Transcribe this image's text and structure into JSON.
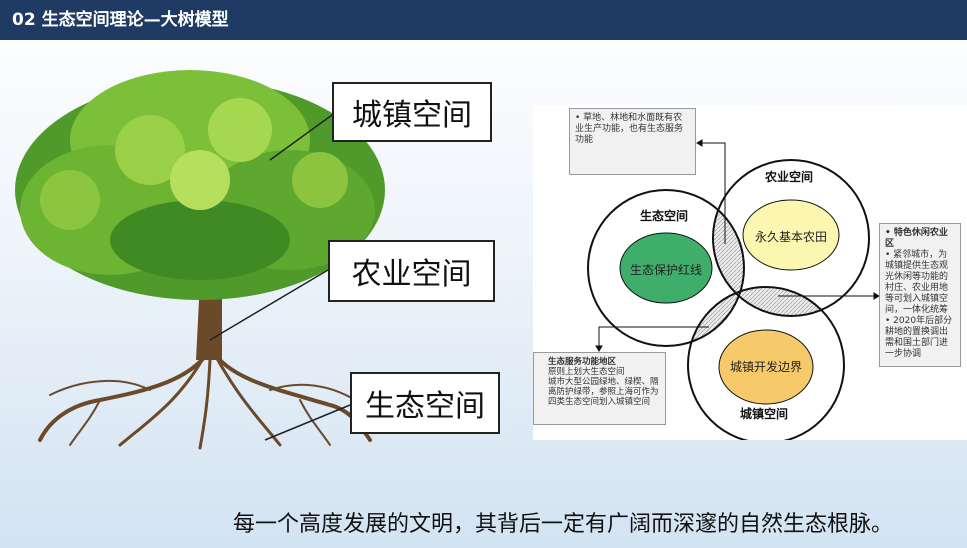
{
  "header": {
    "title": "02 生态空间理论—大树模型"
  },
  "tree_labels": {
    "urban": "城镇空间",
    "agri": "农业空间",
    "eco": "生态空间"
  },
  "diagram": {
    "circles": {
      "agri": "农业空间",
      "eco": "生态空间",
      "urban": "城镇空间"
    },
    "cores": {
      "eco": "生态保护红线",
      "agri": "永久基本农田",
      "urban": "城镇开发边界"
    },
    "note_top": "• 草地、林地和水面既有农业生产功能，也有生态服务功能",
    "note_right": {
      "title": "• 特色休闲农业区",
      "line1": "• 紧邻城市，为城镇提供生态观光休闲等功能的村庄、农业用地等可划入城镇空间，一体化统筹",
      "line2": "• 2020年后部分耕地的置换调出需和国土部门进一步协调"
    },
    "note_left": {
      "title": "生态服务功能地区",
      "line1": "原则上划大生态空间",
      "line2": "城市大型公园绿地、绿楔、隔离防护绿带，参照上海可作为四类生态空间划入城镇空间"
    },
    "colors": {
      "eco": "#3fae6a",
      "agri": "#fbf7b0",
      "urban": "#f6c96a"
    }
  },
  "caption": "每一个高度发展的文明，其背后一定有广阔而深邃的自然生态根脉。"
}
